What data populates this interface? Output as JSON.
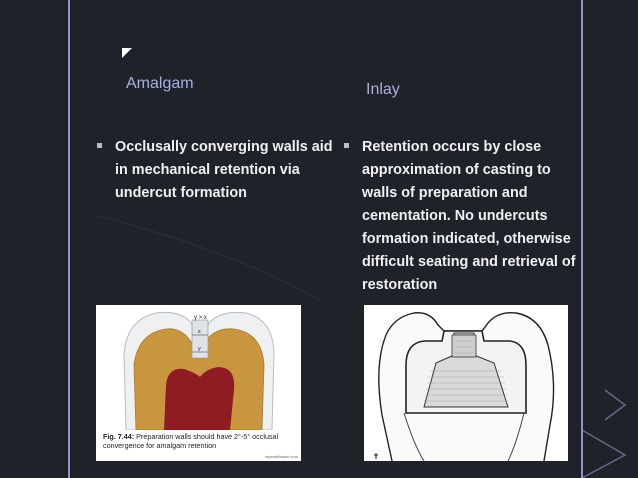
{
  "columns": {
    "amalgam": {
      "title": "Amalgam",
      "bullet": "Occlusally converging walls aid in mechanical retention via undercut formation"
    },
    "inlay": {
      "title": "Inlay",
      "bullet": "Retention occurs by close approximation of casting to walls of preparation and cementation. No undercuts formation indicated, otherwise difficult seating and retrieval of restoration"
    }
  },
  "figure_amalgam": {
    "labels": {
      "top": "y > x",
      "x": "x",
      "y": "y"
    },
    "caption_prefix": "Fig. 7.44:",
    "caption_text": "Preparation walls should have 2°-5° occlusal convergence for amalgam retention",
    "watermark": "myhealthsaint.com"
  },
  "colors": {
    "background": "#1f2329",
    "accent_lines": "#8f96c9",
    "title_text": "#a9aee0",
    "body_text": "#eef0f4",
    "pulp_red": "#8f1c22",
    "dentin_tan": "#c8963f"
  }
}
